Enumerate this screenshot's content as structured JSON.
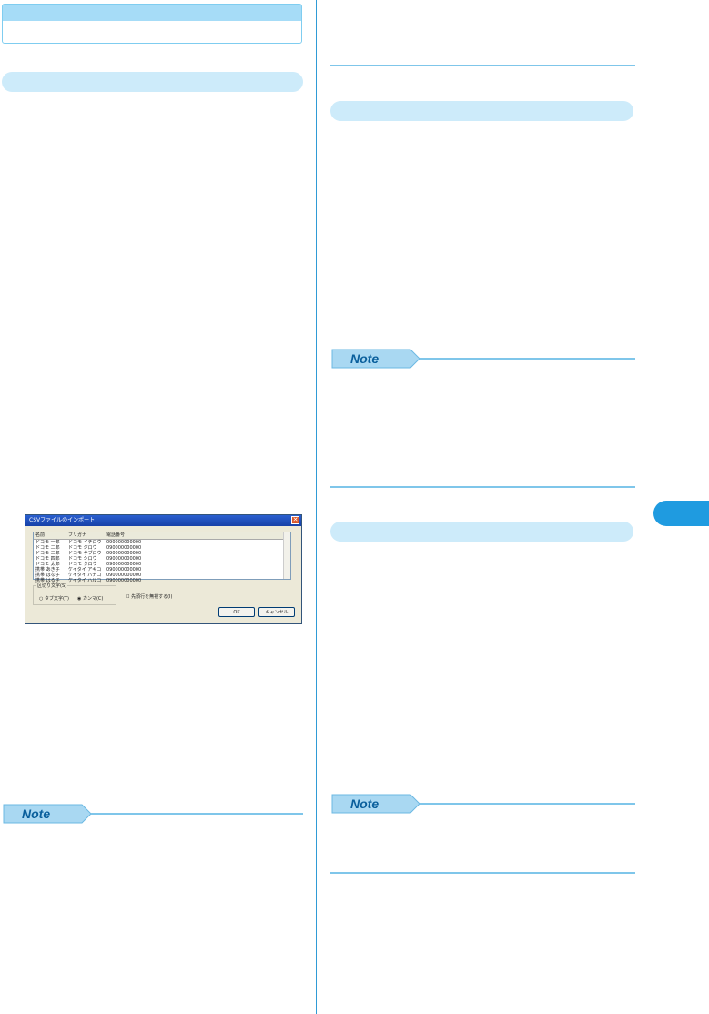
{
  "colors": {
    "accent": "#7fc6ea",
    "bar": "#cdebfa",
    "divider": "#2f9bd6",
    "thumb": "#1f9be0",
    "note_tag": "#a9d8f2"
  },
  "note_label": "Note",
  "dialog": {
    "title": "CSVファイルのインポート",
    "close_glyph": "✕",
    "columns": [
      "名前",
      "フリガナ",
      "電話番号"
    ],
    "rows": [
      [
        "ドコモ 一郎",
        "ドコモ イチロウ",
        "090000000000"
      ],
      [
        "ドコモ 二郎",
        "ドコモ ジロウ",
        "090000000000"
      ],
      [
        "ドコモ 三郎",
        "ドコモ サブロウ",
        "090000000000"
      ],
      [
        "ドコモ 四郎",
        "ドコモ シロウ",
        "090000000000"
      ],
      [
        "ドコモ 太郎",
        "ドコモ タロウ",
        "090000000000"
      ],
      [
        "携帯 あき子",
        "ケイタイ アキコ",
        "090000000000"
      ],
      [
        "携帯 はな子",
        "ケイタイ ハナコ",
        "090000000000"
      ],
      [
        "携帯 はる子",
        "ケイタイ ハルコ",
        "090000000000"
      ]
    ],
    "delimiter_group": "区切り文字(S)",
    "radio_tab": "タブ文字(T)",
    "radio_comma": "カンマ(C)",
    "skip_first_row": "先頭行を無視する(I)",
    "ok_label": "OK",
    "cancel_label": "キャンセル"
  }
}
